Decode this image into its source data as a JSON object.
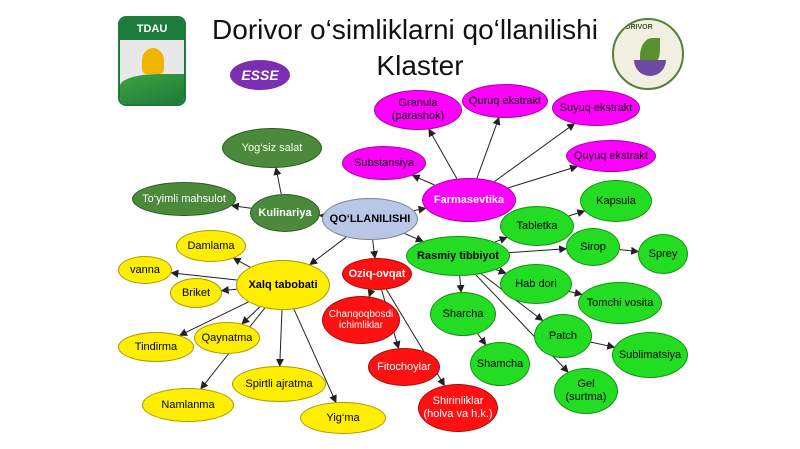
{
  "header": {
    "title_line1": "Dorivor o‘simliklarni qo‘llanilishi",
    "title_line2": "Klaster",
    "badge": "ESSE",
    "logo_left_text": "TDAU",
    "logo_right_text": "DORIVOR"
  },
  "colors": {
    "magenta": "#ff00ff",
    "green": "#22dd22",
    "yellow": "#ffee00",
    "red": "#ff1111",
    "dark_green": "#4a8a3a",
    "center": "#b9c7e6",
    "esse": "#7a2fb3"
  },
  "nodes": {
    "center": "QO‘LLANILISHI",
    "farmasevtika": "Farmasevtika",
    "granula": "Granula\n(parashok)",
    "quruq_ekstrakt": "Quruq ekstrakt",
    "suyuq_ekstrakt": "Suyuq ekstrakt",
    "quyuq_ekstrakt": "Quyuq ekstrakt",
    "substansiya": "Substansiya",
    "rasmiy": "Rasmiy tibbiyot",
    "tabletka": "Tabletka",
    "kapsula": "Kapsula",
    "sirop": "Sirop",
    "sprey": "Sprey",
    "hab_dori": "Hab dori",
    "tomchi": "Tomchi vosita",
    "sharcha": "Sharcha",
    "patch": "Patch",
    "sublimatsiya": "Sublimatsiya",
    "shamcha": "Shamcha",
    "gel": "Gel\n(surtma)",
    "kulinariya": "Kulinariya",
    "yogsiz": "Yog‘siz salat",
    "toyimli": "To‘yimli mahsulot",
    "oziq": "Oziq-ovqat",
    "chanqoq": "Chanqoqbosdi\nichimliklar",
    "fito": "Fitochoylar",
    "shirin": "Shirinliklar\n(holva va h.k.)",
    "xalq": "Xalq tabobati",
    "damlama": "Damlama",
    "vanna": "vanna",
    "briket": "Briket",
    "tindirma": "Tindirma",
    "qaynatma": "Qaynatma",
    "spirtli": "Spirtli ajratma",
    "namlanma": "Namlanma",
    "yigma": "Yig‘ma"
  }
}
